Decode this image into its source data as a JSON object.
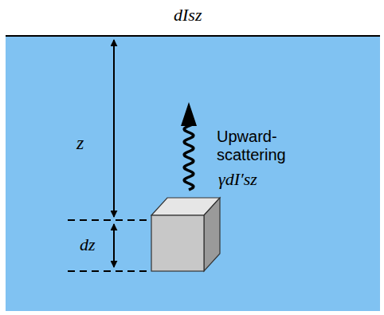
{
  "diagram": {
    "labels": [
      "dIsz",
      "z",
      "dz",
      "Upward-scattering",
      "γdI′sz"
    ]
  }
}
